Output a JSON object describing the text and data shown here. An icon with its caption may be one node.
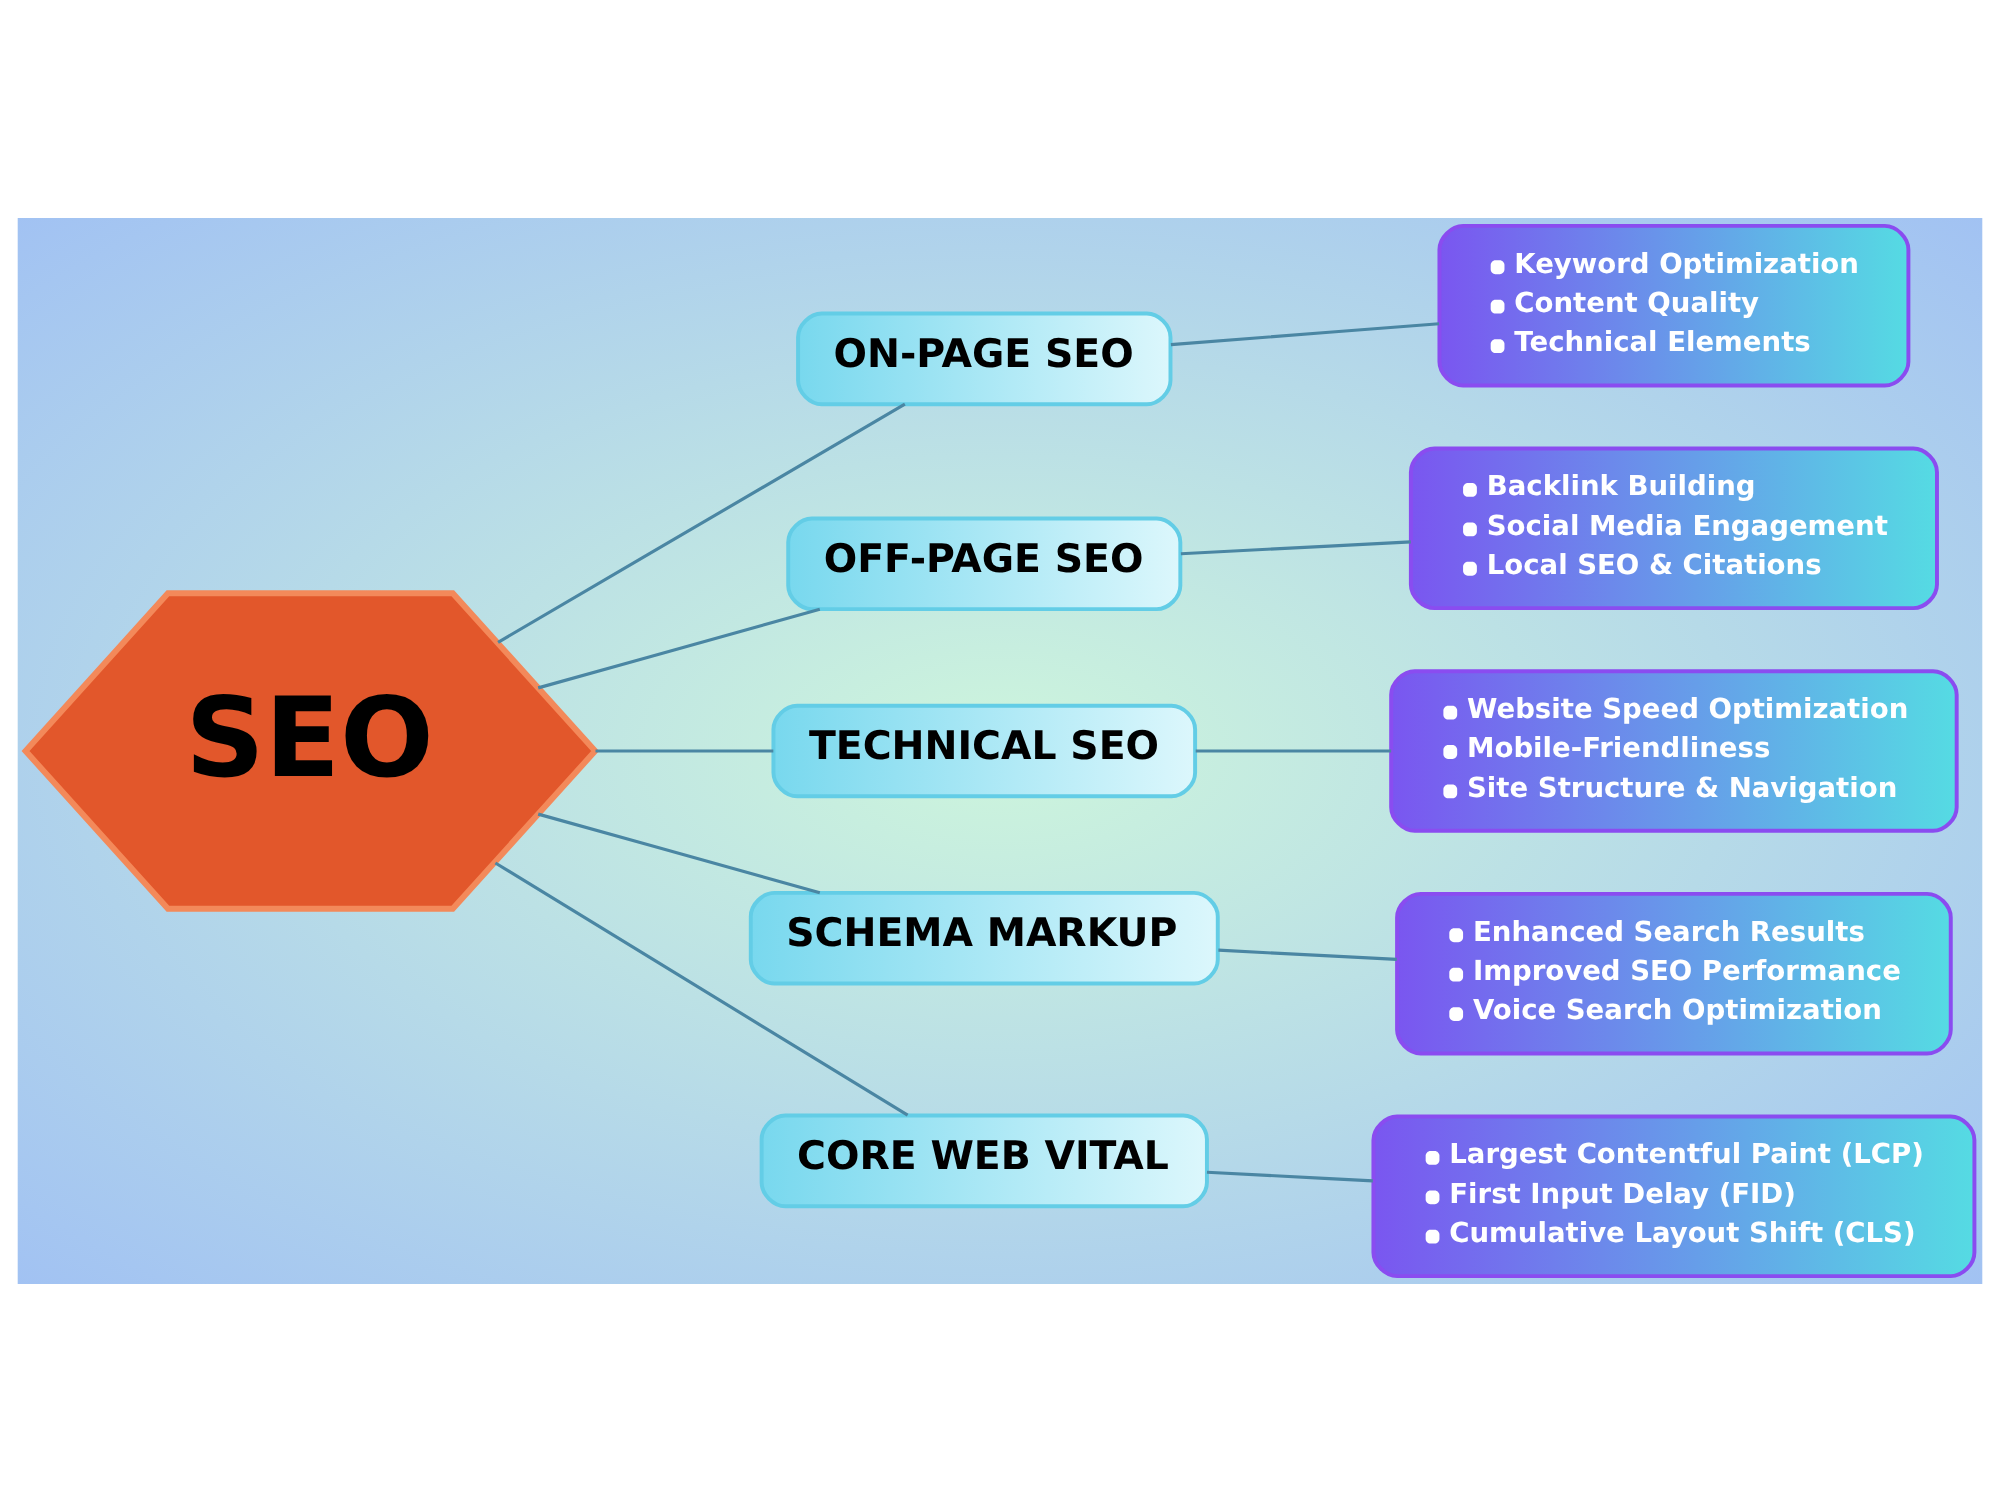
{
  "diagram": {
    "nodes": [
      {
        "text": [
          "SEO"
        ]
      },
      {
        "text": [
          "ON-PAGE SEO"
        ]
      },
      {
        "text": [
          "Keyword Optimization",
          "Content Quality",
          "Technical Elements"
        ]
      },
      {
        "text": [
          "OFF-PAGE SEO"
        ]
      },
      {
        "text": [
          "Backlink Building",
          "Social Media Engagement",
          "Local SEO & Citations"
        ]
      },
      {
        "text": [
          "TECHNICAL SEO"
        ]
      },
      {
        "text": [
          "Website Speed Optimization",
          "Mobile-Friendliness",
          "Site Structure & Navigation"
        ]
      },
      {
        "text": [
          "SCHEMA MARKUP"
        ]
      },
      {
        "text": [
          "Enhanced Search Results",
          "Improved SEO Performance",
          "Voice Search Optimization"
        ]
      },
      {
        "text": [
          "CORE WEB VITAL"
        ]
      },
      {
        "text": [
          "Largest Contentful Paint (LCP)",
          "First Input Delay (FID)",
          "Cumulative Layout Shift (CLS)"
        ]
      }
    ],
    "edges": [
      {
        "from": 0,
        "to": 1,
        "arrow": "none"
      },
      {
        "from": 1,
        "to": 2,
        "arrow": "none"
      },
      {
        "from": 0,
        "to": 3,
        "arrow": "none"
      },
      {
        "from": 3,
        "to": 4,
        "arrow": "none"
      },
      {
        "from": 0,
        "to": 5,
        "arrow": "none"
      },
      {
        "from": 5,
        "to": 6,
        "arrow": "none"
      },
      {
        "from": 0,
        "to": 7,
        "arrow": "none"
      },
      {
        "from": 7,
        "to": 8,
        "arrow": "none"
      },
      {
        "from": 0,
        "to": 9,
        "arrow": "none"
      },
      {
        "from": 9,
        "to": 10,
        "arrow": "none"
      }
    ]
  }
}
